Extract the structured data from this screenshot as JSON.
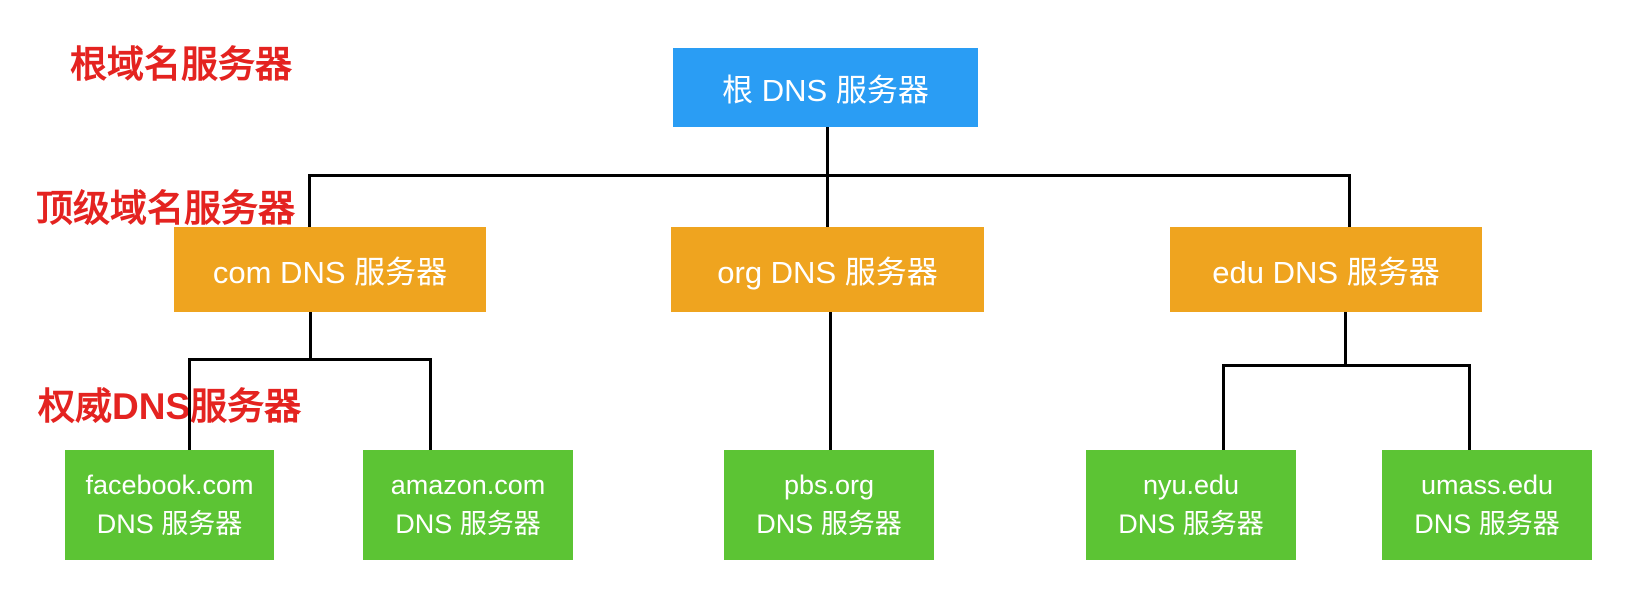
{
  "colors": {
    "root_box": "#2A9DF4",
    "tld_box": "#EFA41F",
    "auth_box": "#5CC434",
    "label_text": "#E42320",
    "box_text": "#FFFFFF",
    "line": "#000000",
    "background": "#FFFFFF"
  },
  "tier_labels": {
    "root": "根域名服务器",
    "tld": "顶级域名服务器",
    "auth": "权威DNS服务器"
  },
  "nodes": {
    "root": {
      "label": "根 DNS 服务器"
    },
    "com": {
      "label": "com DNS 服务器"
    },
    "org": {
      "label": "org DNS 服务器"
    },
    "edu": {
      "label": "edu DNS 服务器"
    },
    "facebook": {
      "line1": "facebook.com",
      "line2": "DNS 服务器"
    },
    "amazon": {
      "line1": "amazon.com",
      "line2": "DNS 服务器"
    },
    "pbs": {
      "line1": "pbs.org",
      "line2": "DNS 服务器"
    },
    "nyu": {
      "line1": "nyu.edu",
      "line2": "DNS 服务器"
    },
    "umass": {
      "line1": "umass.edu",
      "line2": "DNS 服务器"
    }
  },
  "edges": [
    [
      "root",
      "com"
    ],
    [
      "root",
      "org"
    ],
    [
      "root",
      "edu"
    ],
    [
      "com",
      "facebook.com"
    ],
    [
      "com",
      "amazon.com"
    ],
    [
      "org",
      "pbs.org"
    ],
    [
      "edu",
      "nyu.edu"
    ],
    [
      "edu",
      "umass.edu"
    ]
  ]
}
